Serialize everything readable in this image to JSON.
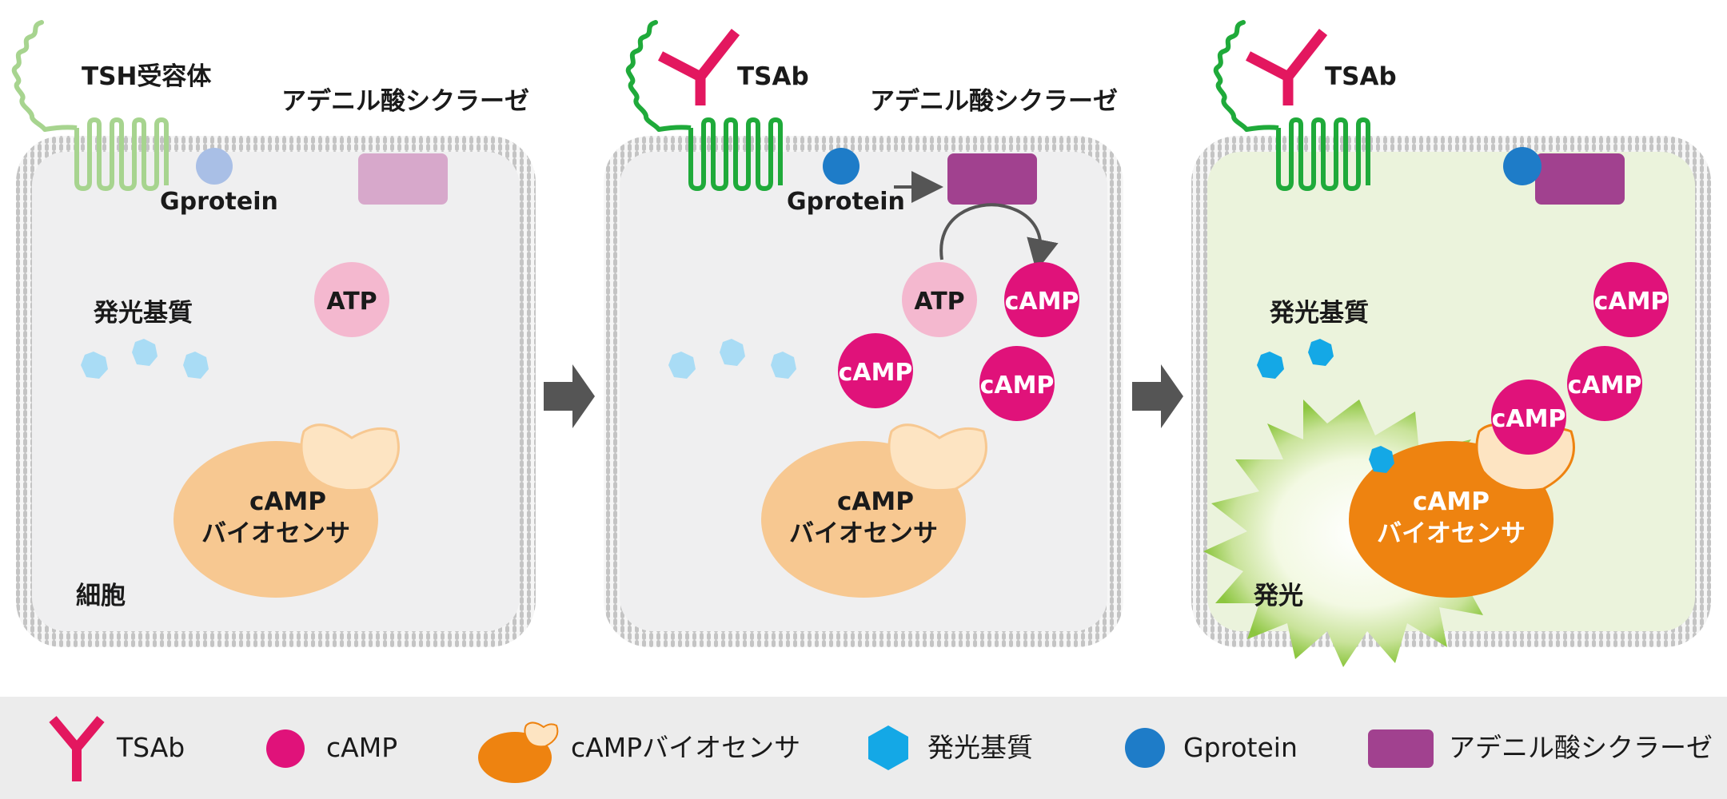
{
  "panels": [
    {
      "receptor_label": "TSH受容体",
      "adenylate_label": "アデニル酸シクラーゼ",
      "gprotein_label": "Gprotein",
      "atp_label": "ATP",
      "substrate_label": "発光基質",
      "biosensor_line1": "cAMP",
      "biosensor_line2": "バイオセンサ",
      "cell_label": "細胞"
    },
    {
      "antibody_label": "TSAb",
      "adenylate_label": "アデニル酸シクラーゼ",
      "gprotein_label": "Gprotein",
      "atp_label": "ATP",
      "camp_labels": [
        "cAMP",
        "cAMP",
        "cAMP"
      ],
      "biosensor_line1": "cAMP",
      "biosensor_line2": "バイオセンサ"
    },
    {
      "antibody_label": "TSAb",
      "substrate_label": "発光基質",
      "camp_labels": [
        "cAMP",
        "cAMP",
        "cAMP"
      ],
      "biosensor_line1": "cAMP",
      "biosensor_line2": "バイオセンサ",
      "cell_label": "発光"
    }
  ],
  "legend": {
    "items": [
      {
        "icon": "tsab-antibody-icon",
        "label": "TSAb"
      },
      {
        "icon": "camp-icon",
        "label": "cAMP"
      },
      {
        "icon": "camp-biosensor-icon",
        "label": "cAMPバイオセンサ"
      },
      {
        "icon": "luminescent-substrate-icon",
        "label": "発光基質"
      },
      {
        "icon": "gprotein-icon",
        "label": "Gprotein"
      },
      {
        "icon": "adenylate-cyclase-icon",
        "label": "アデニル酸シクラーゼ"
      }
    ]
  },
  "colors": {
    "cell_fill": "#efeff0",
    "cell_glow_fill": "#ebf3dc",
    "membrane": "#c8c8c8",
    "receptor_inactive": "#a7d48f",
    "receptor_active": "#1faa3a",
    "tsab": "#e3175f",
    "camp": "#e0127a",
    "atp": "#f4b8cf",
    "biosensor_inactive": "#f7c891",
    "biosensor_pocket": "#fde4c2",
    "biosensor_active": "#ee8310",
    "gprotein_inactive": "#a9bfe6",
    "gprotein_active": "#1e7cc8",
    "adenylate_inactive": "#d7a8cb",
    "adenylate_active": "#a1418f",
    "substrate_inactive": "#a9dcf5",
    "substrate_active": "#14a8e6",
    "arrow": "#555555",
    "glow": "#8cc63f"
  }
}
